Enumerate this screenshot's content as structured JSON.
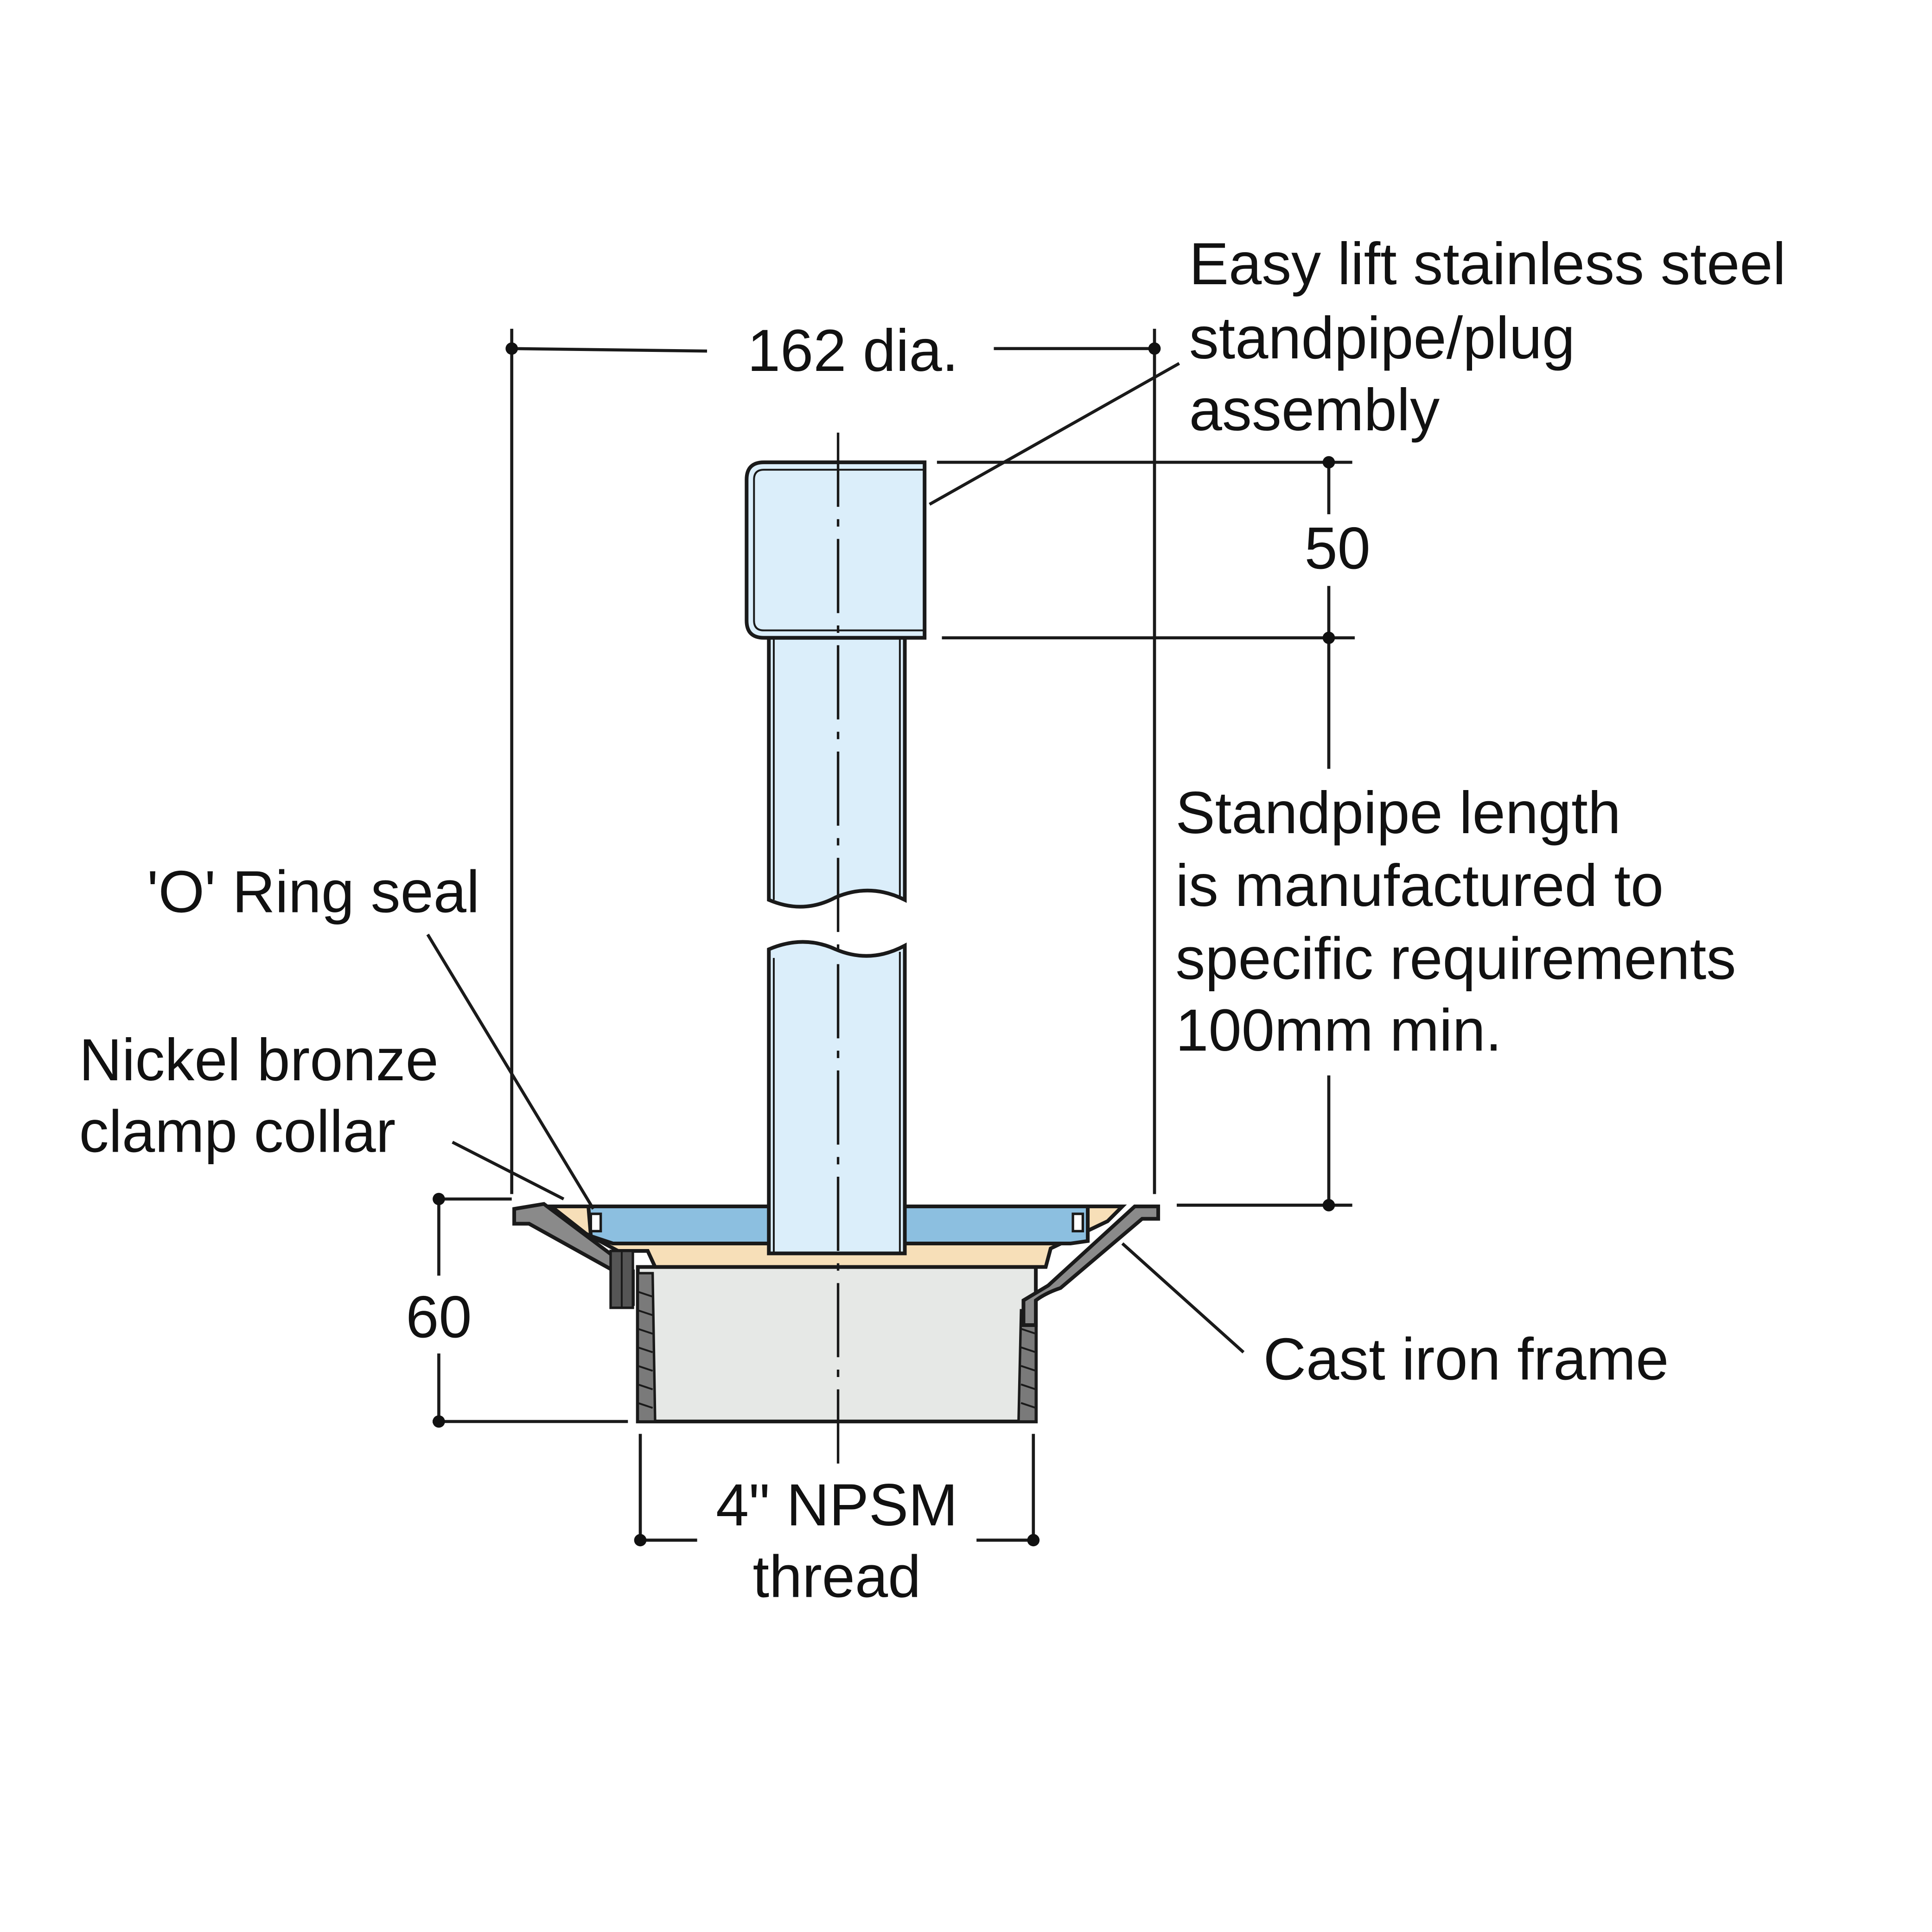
{
  "labels": {
    "diameter": "162 dia.",
    "assembly_line1": "Easy lift stainless steel",
    "assembly_line2": "standpipe/plug",
    "assembly_line3": "assembly",
    "cap_height": "50",
    "length_line1": "Standpipe length",
    "length_line2": "is manufactured to",
    "length_line3": "specific requirements",
    "length_line4": "100mm min.",
    "o_ring": "'O' Ring seal",
    "collar_line1": "Nickel bronze",
    "collar_line2": "clamp collar",
    "body_height": "60",
    "frame": "Cast iron frame",
    "thread_line1": "4\" NPSM",
    "thread_line2": "thread"
  },
  "colors": {
    "outline": "#1a1a1a",
    "pipe_fill": "#dbeefa",
    "plug_fill": "#8cbfe0",
    "collar_fill": "#f7dfb8",
    "outlet_fill": "#e6e8e6",
    "frame_fill": "#8a8a8a",
    "background": "#ffffff"
  }
}
